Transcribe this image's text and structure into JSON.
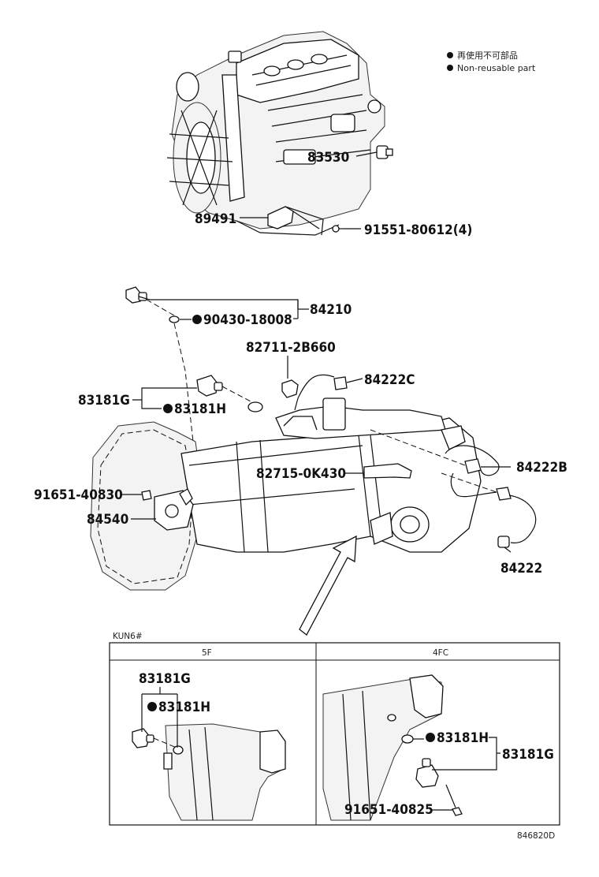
{
  "legend": {
    "jp": "再使用不可部品",
    "en": "Non-reusable part"
  },
  "engine_parts": {
    "p83530": "83530",
    "p89491": "89491",
    "p91551": "91551-80612(4)"
  },
  "trans_parts": {
    "p84210": "84210",
    "p90430": "90430-18008",
    "p82711": "82711-2B660",
    "p84222C": "84222C",
    "p83181G": "83181G",
    "p83181H": "83181H",
    "p84222B": "84222B",
    "p82715": "82715-0K430",
    "p91651a": "91651-40830",
    "p84540": "84540",
    "p84222": "84222"
  },
  "inset": {
    "title": "KUN6#",
    "left_header": "5F",
    "right_header": "4FC",
    "left_83181G": "83181G",
    "left_83181H": "83181H",
    "right_83181H": "83181H",
    "right_83181G": "83181G",
    "right_91651": "91651-40825"
  },
  "figure_id": "846820D"
}
